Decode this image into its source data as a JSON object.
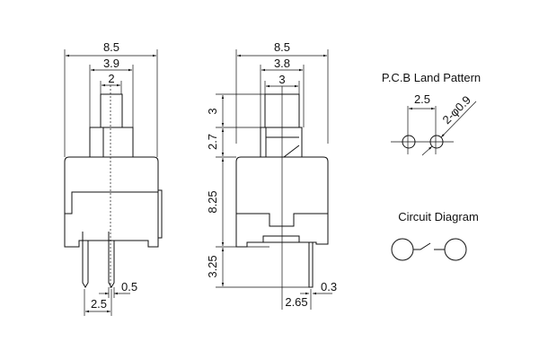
{
  "front_view": {
    "width": "8.5",
    "cap_width": "3.9",
    "plunger_width": "2",
    "pin_width": "0.5",
    "pin_pitch": "2.5"
  },
  "side_view": {
    "width": "8.5",
    "cap_width": "3.8",
    "plunger_width": "3",
    "plunger_height": "3",
    "cap_height": "2.7",
    "body_height": "8.25",
    "pin_length": "3.25",
    "pin_offset": "2.65",
    "pin_thickness": "0.3"
  },
  "pcb": {
    "title": "P.C.B Land Pattern",
    "pitch": "2.5",
    "hole": "2-φ0.9"
  },
  "circuit": {
    "title": "Circuit Diagram"
  }
}
